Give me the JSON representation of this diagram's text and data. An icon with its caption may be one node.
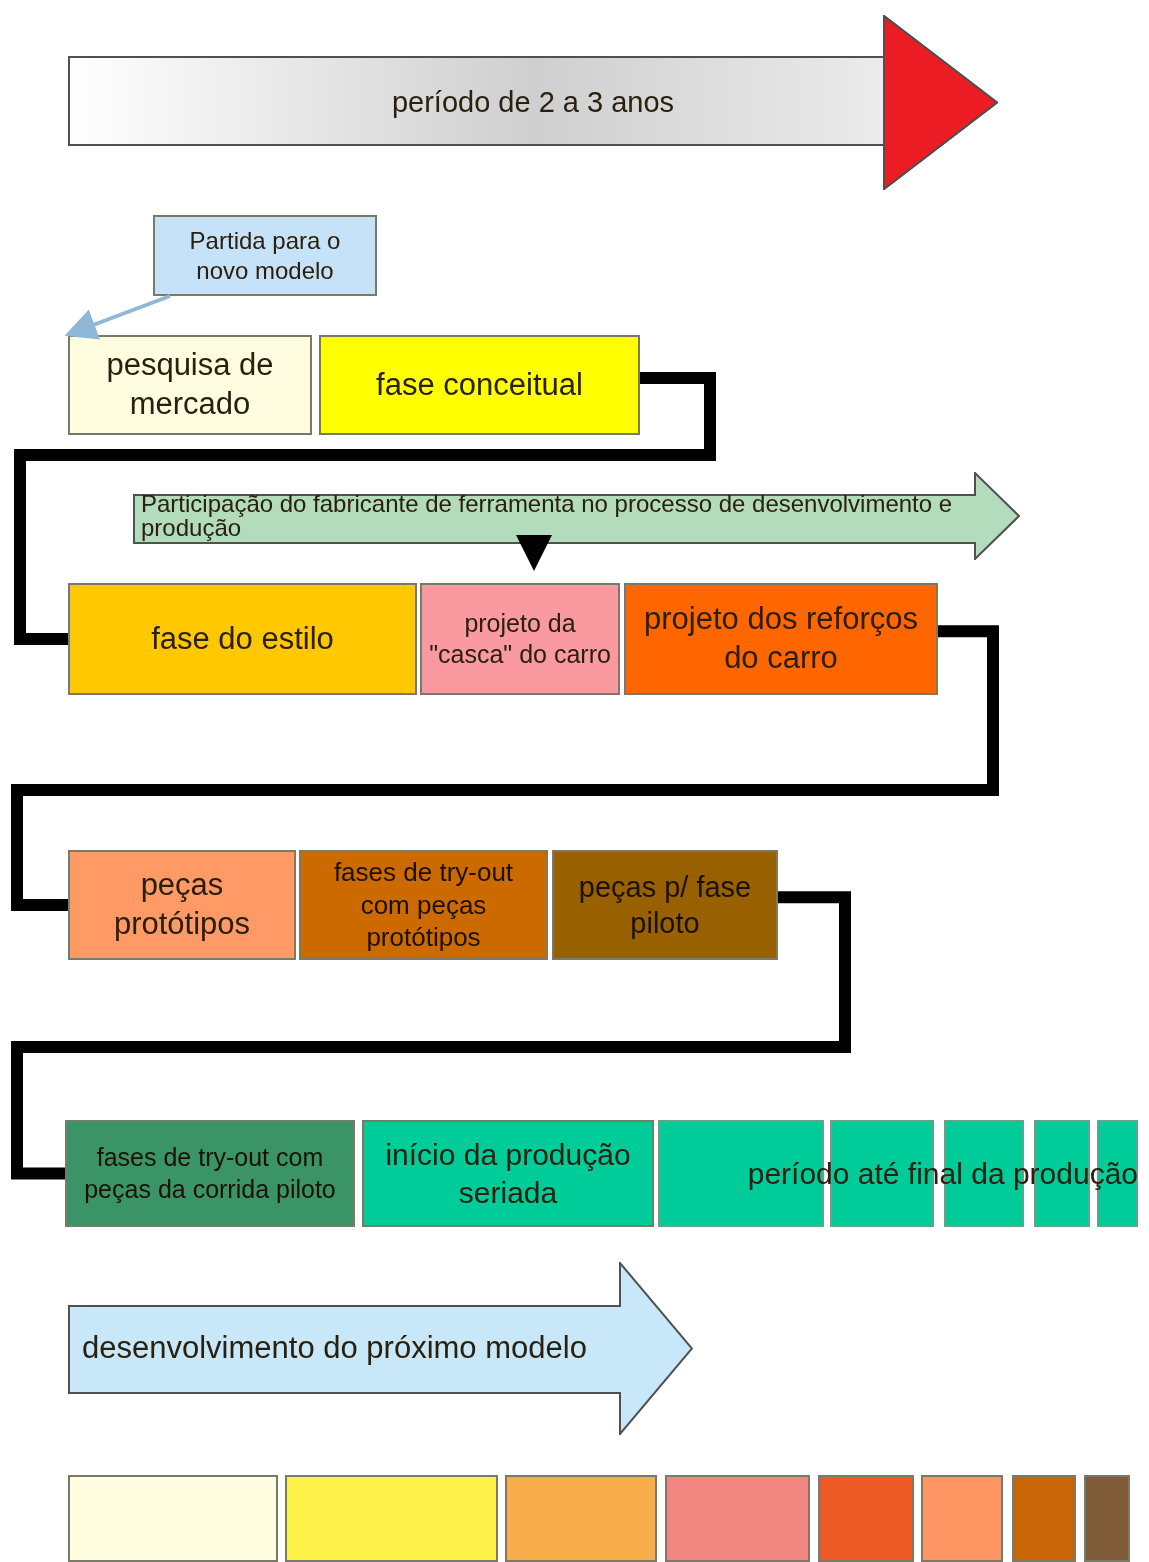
{
  "diagram": {
    "nodes": [
      {
        "text": [
          "período de 2 a 3 anos"
        ]
      },
      {
        "text": [
          "Partida para o novo modelo"
        ]
      },
      {
        "text": [
          "pesquisa de mercado"
        ]
      },
      {
        "text": [
          "fase conceitual"
        ]
      },
      {
        "text": [
          "Participação do fabricante de ferramenta no processo de desenvolvimento e produção"
        ]
      },
      {
        "text": [
          "fase do estilo"
        ]
      },
      {
        "text": [
          "projeto da \"casca\" do carro"
        ]
      },
      {
        "text": [
          "projeto dos reforços do carro"
        ]
      },
      {
        "text": [
          "peças protótipos"
        ]
      },
      {
        "text": [
          "fases de try-out com peças protótipos"
        ]
      },
      {
        "text": [
          "peças p/ fase piloto"
        ]
      },
      {
        "text": [
          "fases de try-out com peças da corrida piloto"
        ]
      },
      {
        "text": [
          "início da produção seriada"
        ]
      },
      {
        "text": [
          "período até final da produção"
        ]
      },
      {
        "text": [
          "desenvolvimento do próximo modelo"
        ]
      },
      {
        "text": [],
        "shape": "box"
      },
      {
        "text": [],
        "shape": "box"
      },
      {
        "text": [],
        "shape": "box"
      },
      {
        "text": [],
        "shape": "box"
      },
      {
        "text": [],
        "shape": "box"
      },
      {
        "text": [],
        "shape": "box"
      },
      {
        "text": [],
        "shape": "box"
      },
      {
        "text": [],
        "shape": "box"
      }
    ],
    "edges": [
      {
        "from": 1,
        "to": 2,
        "arrow": "to",
        "color": "#8fb8d8"
      },
      {
        "from": 3,
        "to": 5,
        "arrow": "none"
      },
      {
        "from": 4,
        "to": 6,
        "arrow": "to"
      },
      {
        "from": 7,
        "to": 8,
        "arrow": "none"
      },
      {
        "from": 10,
        "to": 11,
        "arrow": "none"
      }
    ]
  }
}
